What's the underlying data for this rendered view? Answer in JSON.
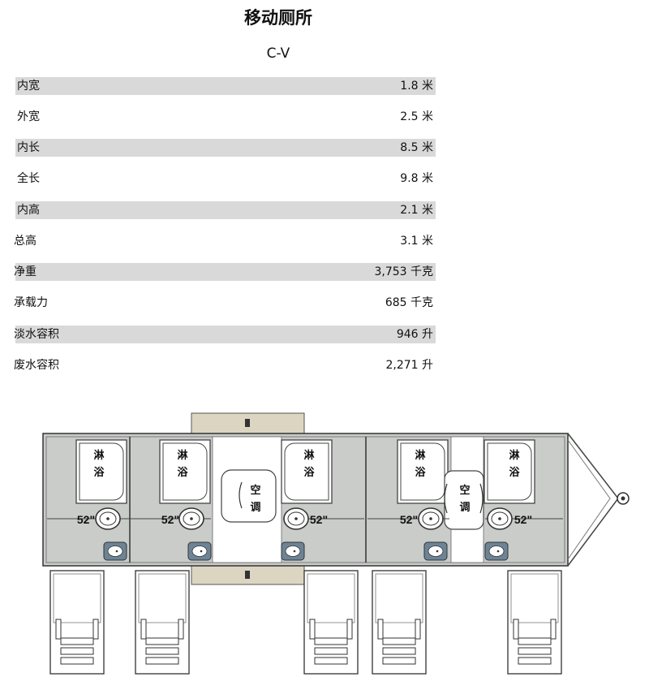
{
  "title": "移动厕所",
  "model": "C-V",
  "specs": [
    {
      "label": "内宽",
      "value": "1.8 米"
    },
    {
      "label": "外宽",
      "value": "2.5 米"
    },
    {
      "label": "内长",
      "value": "8.5 米"
    },
    {
      "label": "全长",
      "value": "9.8 米"
    },
    {
      "label": "内高",
      "value": "2.1 米"
    },
    {
      "label": "总高",
      "value": "3.1 米"
    },
    {
      "label": "净重",
      "value": "3,753 千克"
    },
    {
      "label": "承载力",
      "value": "685 千克"
    },
    {
      "label": "淡水容积",
      "value": "946 升"
    },
    {
      "label": "废水容积",
      "value": "2,271 升"
    }
  ],
  "floorplan": {
    "shower": [
      "淋",
      "浴"
    ],
    "ac": [
      "空",
      "调"
    ],
    "dimension": "52\""
  },
  "colors": {
    "shaded_row": "#d9d9d9",
    "room_fill": "#c9ccc9",
    "corridor_fill": "#ffffff",
    "platform_fill": "#dcd5c2",
    "sink_fill": "#6d8496"
  }
}
